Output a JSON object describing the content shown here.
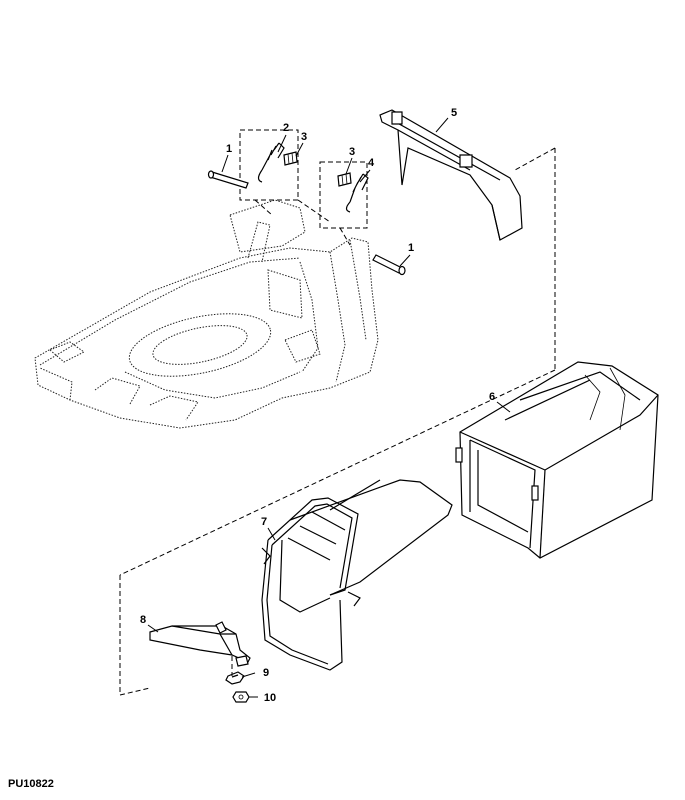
{
  "figure_code": "PU10822",
  "callouts": {
    "c1a": "1",
    "c1b": "1",
    "c2": "2",
    "c3a": "3",
    "c3b": "3",
    "c4": "4",
    "c5": "5",
    "c6": "6",
    "c7": "7",
    "c8": "8",
    "c9": "9",
    "c10": "10"
  }
}
